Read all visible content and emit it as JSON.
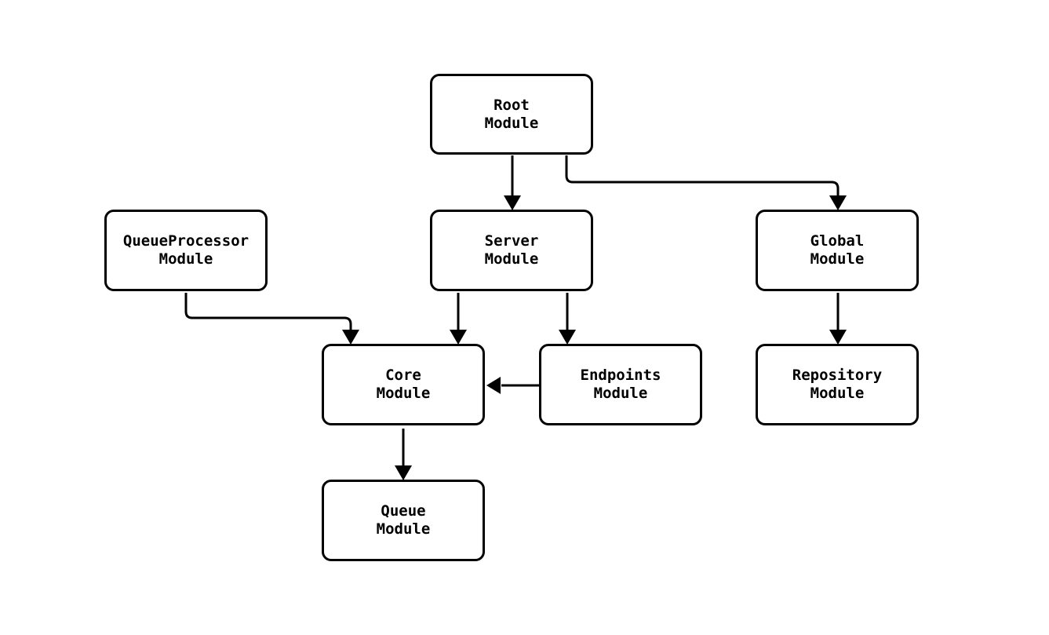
{
  "diagram": {
    "background": "#ffffff",
    "stroke_color": "#000000",
    "node_fill": "#ffffff",
    "text_color": "#000000",
    "nodes": [
      {
        "id": "root",
        "label": "Root\nModule"
      },
      {
        "id": "queue-processor",
        "label": "QueueProcessor\nModule"
      },
      {
        "id": "server",
        "label": "Server\nModule"
      },
      {
        "id": "global",
        "label": "Global\nModule"
      },
      {
        "id": "core",
        "label": "Core\nModule"
      },
      {
        "id": "endpoints",
        "label": "Endpoints\nModule"
      },
      {
        "id": "repository",
        "label": "Repository\nModule"
      },
      {
        "id": "queue",
        "label": "Queue\nModule"
      }
    ],
    "edges": [
      {
        "from": "root",
        "to": "server"
      },
      {
        "from": "root",
        "to": "global"
      },
      {
        "from": "queue-processor",
        "to": "core"
      },
      {
        "from": "server",
        "to": "core"
      },
      {
        "from": "server",
        "to": "endpoints"
      },
      {
        "from": "endpoints",
        "to": "core"
      },
      {
        "from": "global",
        "to": "repository"
      },
      {
        "from": "core",
        "to": "queue"
      }
    ]
  }
}
